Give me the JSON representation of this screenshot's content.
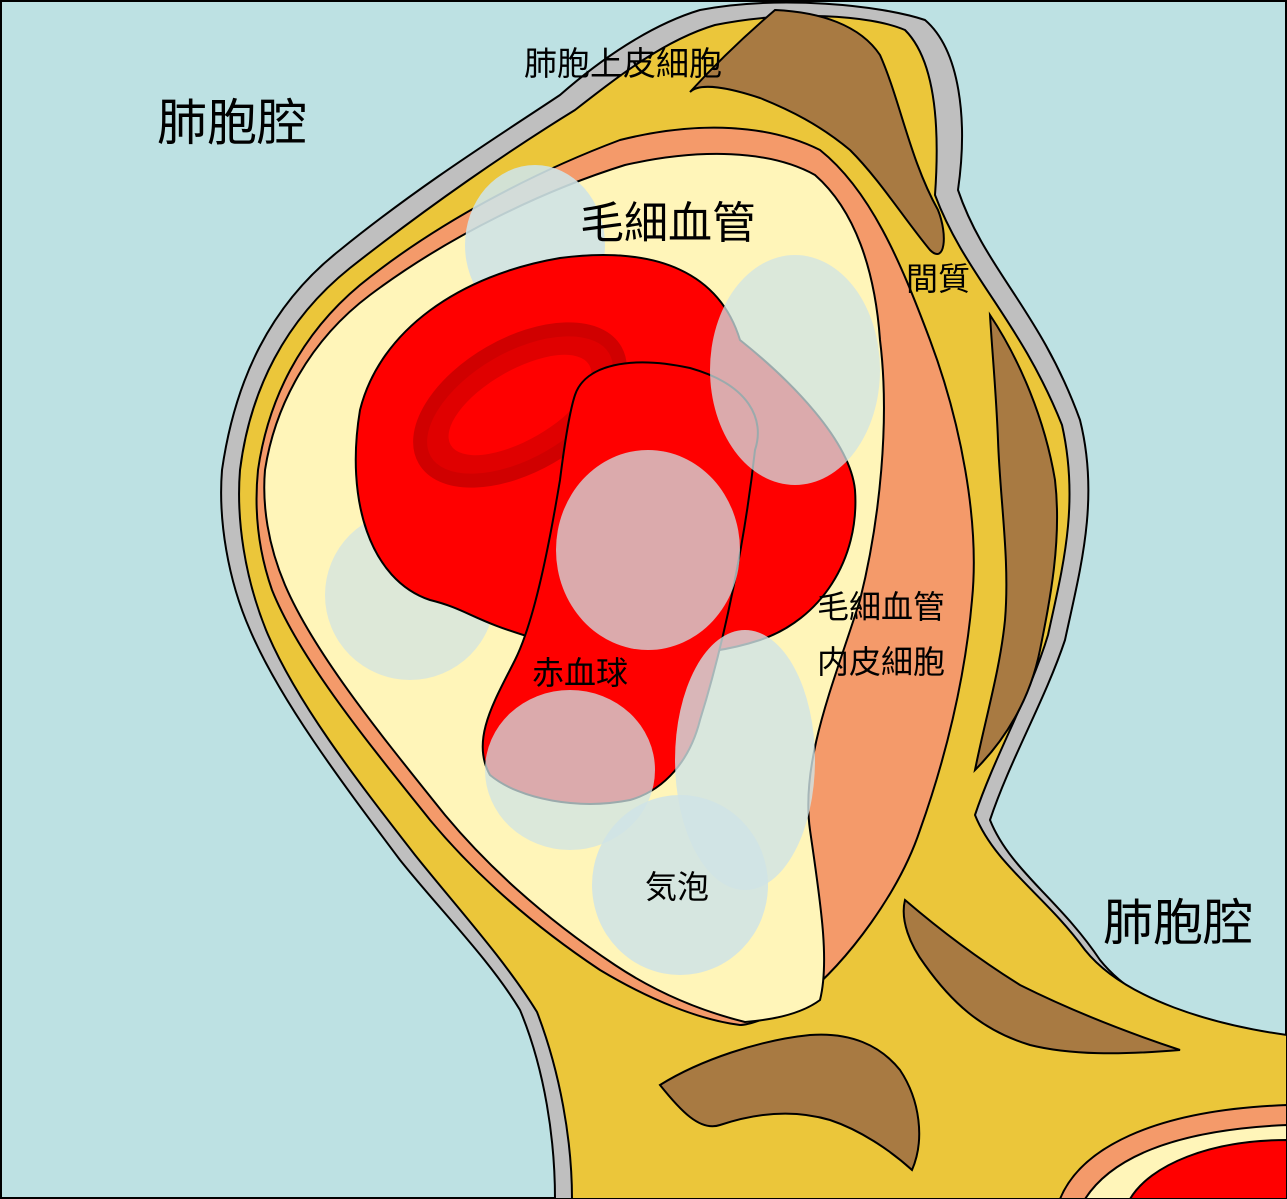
{
  "colors": {
    "lumen": "#bde1e3",
    "epithelium": "#bfbfbf",
    "interstitium": "#ebc63a",
    "interstitium_dark": "#a87a42",
    "endothelium": "#f49a6a",
    "plasma": "#fff5b9",
    "erythrocyte": "#ff0000",
    "bubble": "#cfe3e6"
  },
  "labels": {
    "lumen_left": "肺胞腔",
    "lumen_right": "肺胞腔",
    "epithelial_cell": "肺胞上皮細胞",
    "capillary": "毛細血管",
    "interstitium": "間質",
    "endothelial_cell_line1": "毛細血管",
    "endothelial_cell_line2": "内皮細胞",
    "erythrocyte": "赤血球",
    "bubble": "気泡"
  }
}
